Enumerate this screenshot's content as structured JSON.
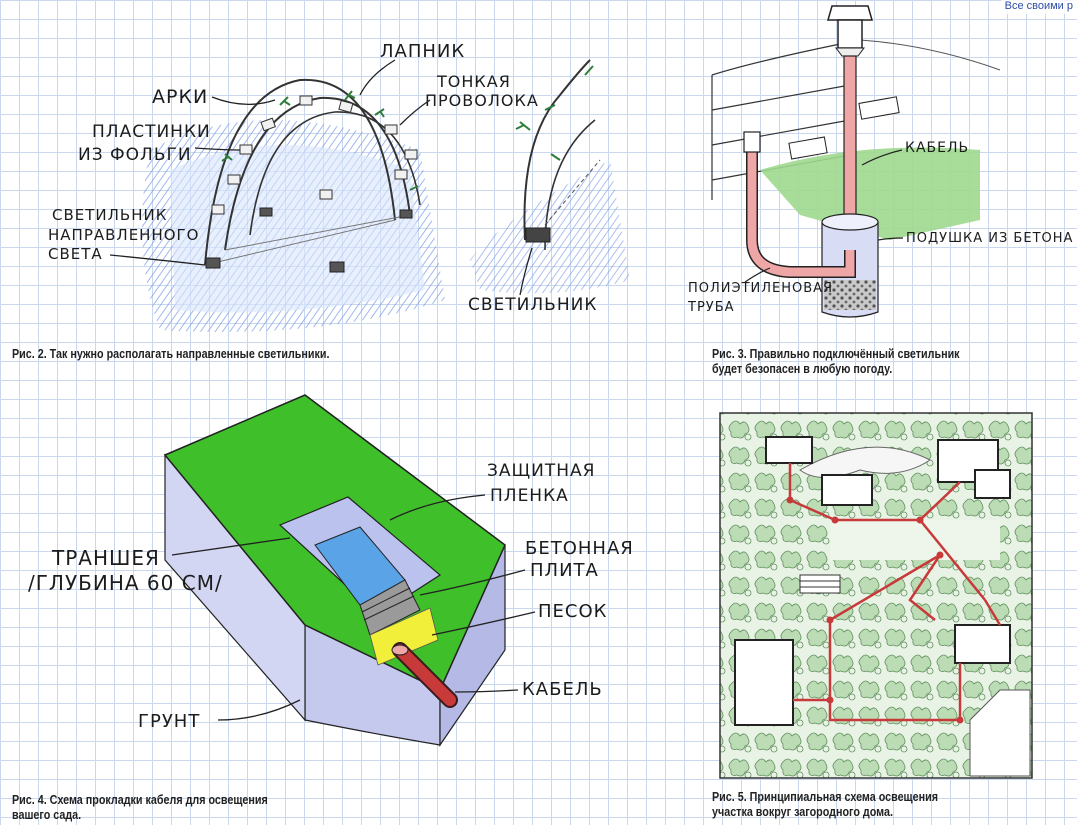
{
  "watermark": "Все своими р",
  "fig2": {
    "labels": {
      "arches": "АРКИ",
      "lapnik": "ЛАПНИК",
      "thin_wire_1": "ТОНКАЯ",
      "thin_wire_2": "ПРОВОЛОКА",
      "foil_1": "ПЛАСТИНКИ",
      "foil_2": "ИЗ ФОЛЬГИ",
      "directed_1": "СВЕТИЛЬНИК",
      "directed_2": "НАПРАВЛЕННОГО",
      "directed_3": "СВЕТА",
      "lamp": "СВЕТИЛЬНИК"
    },
    "caption": "Рис. 2. Так нужно располагать направленные светильники."
  },
  "fig3": {
    "labels": {
      "cable": "КАБЕЛЬ",
      "concrete_pad": "ПОДУШКА ИЗ БЕТОНА",
      "pipe_1": "ПОЛИЭТИЛЕНОВАЯ",
      "pipe_2": "ТРУБА"
    },
    "caption_1": "Рис. 3. Правильно подключённый светильник",
    "caption_2": "будет безопасен в любую погоду."
  },
  "fig4": {
    "labels": {
      "film_1": "ЗАЩИТНАЯ",
      "film_2": "ПЛЕНКА",
      "slab_1": "БЕТОННАЯ",
      "slab_2": "ПЛИТА",
      "trench_1": "ТРАНШЕЯ",
      "trench_2": "/ГЛУБИНА 60 СМ/",
      "sand": "ПЕСОК",
      "cable": "КАБЕЛЬ",
      "soil": "ГРУНТ"
    },
    "caption_1": "Рис. 4. Схема прокладки кабеля для освещения",
    "caption_2": "вашего сада."
  },
  "fig5": {
    "caption_1": "Рис. 5. Принципиальная схема освещения",
    "caption_2": "участка вокруг загородного дома."
  },
  "colors": {
    "grid": "#c9d7ef",
    "grass": "#3fbf2a",
    "water_blue": "#5aa3e6",
    "cable_red": "#c83a3a",
    "sand": "#f2ef3a",
    "soil": "#c5c9ee",
    "foliage": "#6fae6a"
  }
}
